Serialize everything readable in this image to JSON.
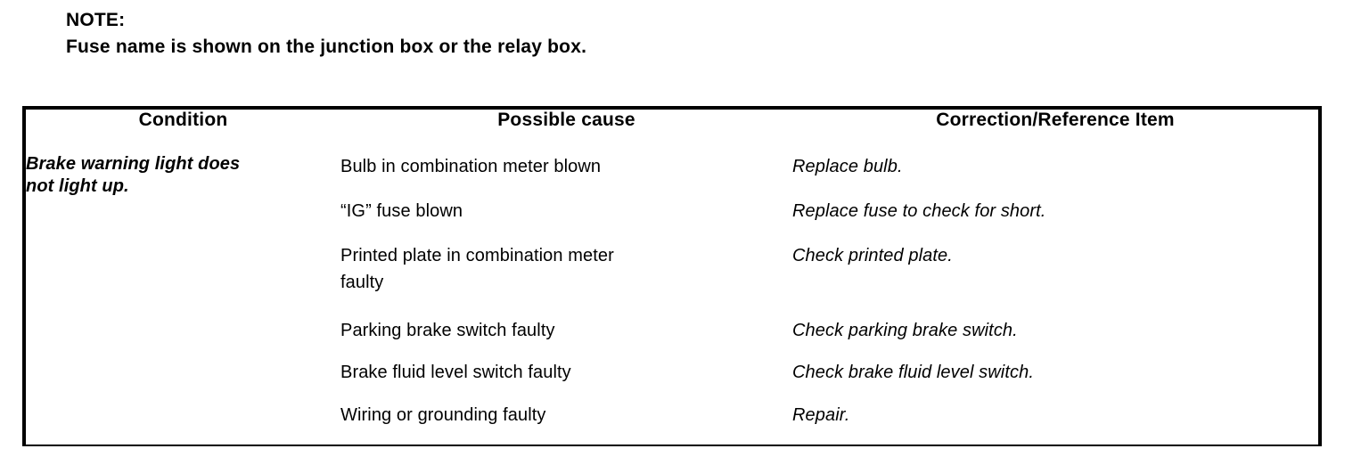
{
  "note": {
    "title": "NOTE:",
    "text": "Fuse name is shown on the junction box or the relay box."
  },
  "table": {
    "headers": {
      "condition": "Condition",
      "possible_cause": "Possible cause",
      "correction": "Correction/Reference Item"
    },
    "condition": {
      "line1": "Brake warning light does",
      "line2": "not light up."
    },
    "rows": [
      {
        "cause": "Bulb in combination meter blown",
        "cause_line2": "",
        "correction": "Replace bulb."
      },
      {
        "cause": "“IG” fuse blown",
        "cause_line2": "",
        "correction": "Replace fuse to check for short."
      },
      {
        "cause": "Printed plate in combination meter",
        "cause_line2": "faulty",
        "correction": "Check printed plate."
      },
      {
        "cause": "Parking brake switch faulty",
        "cause_line2": "",
        "correction": "Check parking brake switch."
      },
      {
        "cause": "Brake fluid level switch faulty",
        "cause_line2": "",
        "correction": "Check brake fluid level switch."
      },
      {
        "cause": "Wiring or grounding faulty",
        "cause_line2": "",
        "correction": "Repair."
      }
    ]
  },
  "colors": {
    "text": "#000000",
    "background": "#ffffff",
    "border": "#000000"
  }
}
